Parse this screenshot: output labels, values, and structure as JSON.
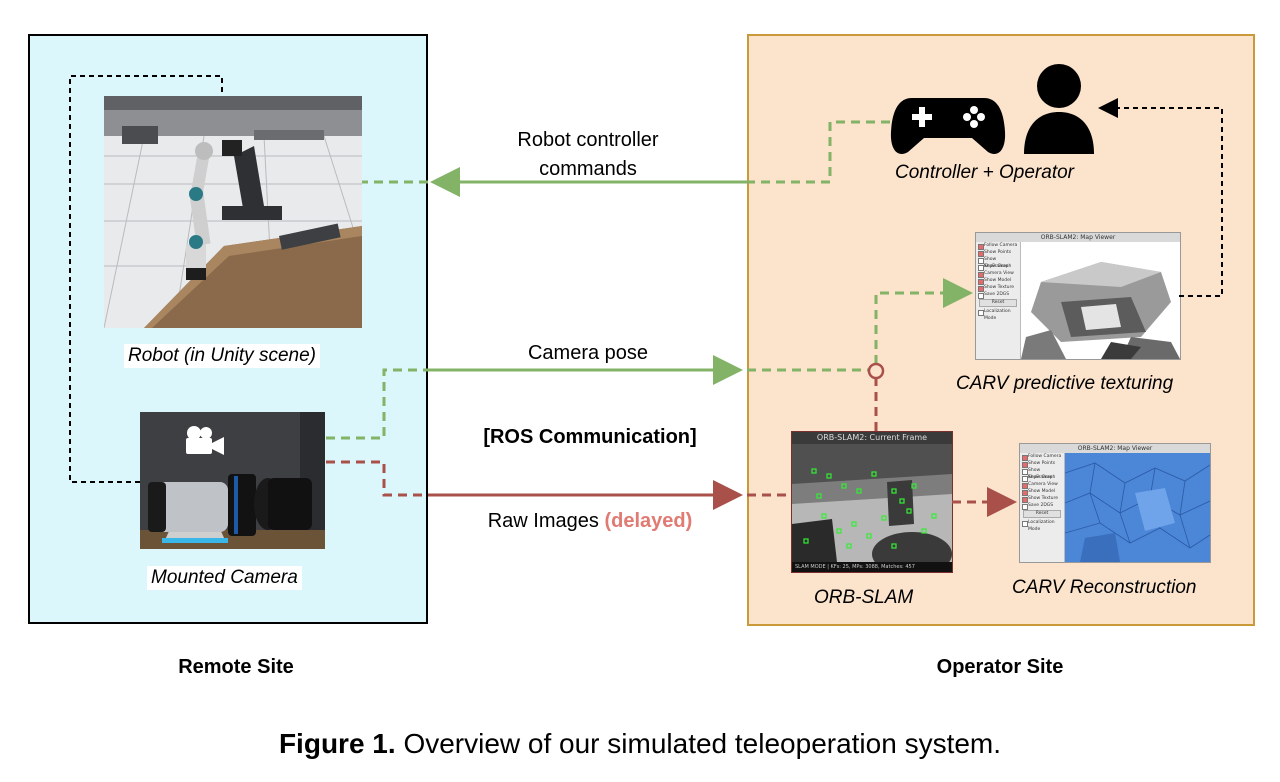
{
  "remote_site": {
    "label": "Remote Site",
    "robot_caption": "Robot (in Unity scene)",
    "camera_caption": "Mounted Camera"
  },
  "operator_site": {
    "label": "Operator Site",
    "controller_caption": "Controller + Operator",
    "carv_texturing_caption": "CARV predictive texturing",
    "orbslam_caption": "ORB-SLAM",
    "carv_reconstruction_caption": "CARV Reconstruction",
    "orbslam_window_title": "ORB-SLAM2: Current Frame",
    "orbslam_status_text": "SLAM MODE | KFs: 25, MPs: 3088, Matches: 457",
    "map_viewer_title": "ORB-SLAM2: Map Viewer",
    "map_viewer_menu": [
      "Follow Camera",
      "Show Points",
      "Show KeyFrames",
      "Show Graph",
      "Camera View",
      "Show Model",
      "Show Texture",
      "Save 2DGS",
      "Reset",
      "Localization Mode"
    ]
  },
  "flows": {
    "robot_commands": "Robot controller\ncommands",
    "camera_pose": "Camera pose",
    "ros": "[ROS Communication]",
    "raw_images": "Raw Images",
    "delayed": "(delayed)"
  },
  "caption": {
    "figure_number": "Figure 1.",
    "text": "Overview of our simulated teleoperation system."
  },
  "colors": {
    "remote_bg": "#dcf7fb",
    "operator_bg": "#fbe3cc",
    "operator_border": "#c99a3a",
    "green_arrow": "#82b366",
    "red_arrow": "#a9504a",
    "delayed_text": "#e07a72",
    "recon_blue": "#4c86d6"
  },
  "icons": [
    "camera-icon",
    "gamepad-icon",
    "person-icon"
  ]
}
